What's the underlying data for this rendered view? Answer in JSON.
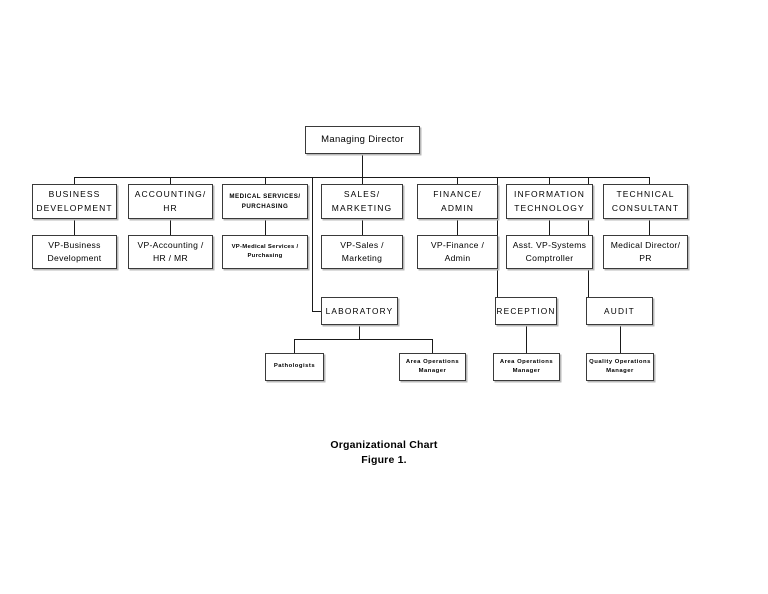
{
  "chart_data": {
    "type": "diagram",
    "title": "Organizational Chart",
    "subtitle": "Figure 1.",
    "orientation": "top-down",
    "levels": 4,
    "background": "#ffffff",
    "line_color": "#1a1a1a",
    "box_border_color": "#3a3a3a"
  },
  "caption": {
    "title": "Organizational Chart",
    "figure": "Figure 1."
  },
  "root": {
    "label": "Managing Director"
  },
  "departments": [
    {
      "id": "business-development",
      "line1": "BUSINESS",
      "line2": "DEVELOPMENT",
      "vp_line1": "VP-Business",
      "vp_line2": "Development"
    },
    {
      "id": "accounting-hr",
      "line1": "ACCOUNTING/",
      "line2": "HR",
      "vp_line1": "VP-Accounting /",
      "vp_line2": "HR / MR"
    },
    {
      "id": "medical-services-purchasing",
      "line1": "MEDICAL SERVICES/",
      "line2": "PURCHASING",
      "vp_line1": "VP-Medical Services /",
      "vp_line2": "Purchasing"
    },
    {
      "id": "sales-marketing",
      "line1": "SALES/",
      "line2": "MARKETING",
      "vp_line1": "VP-Sales /",
      "vp_line2": "Marketing"
    },
    {
      "id": "finance-admin",
      "line1": "FINANCE/",
      "line2": "ADMIN",
      "vp_line1": "VP-Finance /",
      "vp_line2": "Admin"
    },
    {
      "id": "information-technology",
      "line1": "INFORMATION",
      "line2": "TECHNOLOGY",
      "vp_line1": "Asst. VP-Systems",
      "vp_line2": "Comptroller"
    },
    {
      "id": "technical-consultant",
      "line1": "TECHNICAL",
      "line2": "CONSULTANT",
      "vp_line1": "Medical Director/",
      "vp_line2": "PR"
    }
  ],
  "units": [
    {
      "id": "laboratory",
      "label": "LABORATORY"
    },
    {
      "id": "reception",
      "label": "RECEPTION"
    },
    {
      "id": "audit",
      "label": "AUDIT"
    }
  ],
  "leaves": [
    {
      "id": "pathologists",
      "line1": "Pathologists",
      "line2": ""
    },
    {
      "id": "lab-area-operations-manager",
      "line1": "Area Operations",
      "line2": "Manager"
    },
    {
      "id": "reception-area-operations-manager",
      "line1": "Area Operations",
      "line2": "Manager"
    },
    {
      "id": "audit-quality-operations-manager",
      "line1": "Quality Operations",
      "line2": "Manager"
    }
  ]
}
